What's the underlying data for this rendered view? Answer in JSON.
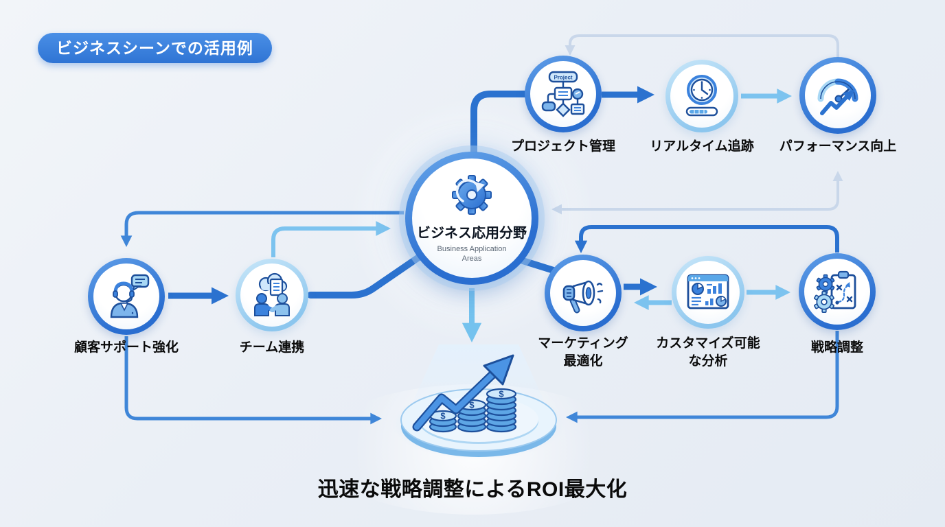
{
  "badge": {
    "label": "ビジネスシーンでの活用例"
  },
  "center": {
    "title": "ビジネス応用分野",
    "subtitle": "Business Application\nAreas"
  },
  "nodes": {
    "project": {
      "label": "プロジェクト管理",
      "icon": "flowchart-icon",
      "icon_text": "Project"
    },
    "realtime": {
      "label": "リアルタイム追跡",
      "icon": "clock-progress-icon"
    },
    "performance": {
      "label": "パフォーマンス向上",
      "icon": "gauge-growth-icon"
    },
    "support": {
      "label": "顧客サポート強化",
      "icon": "support-agent-icon"
    },
    "team": {
      "label": "チーム連携",
      "icon": "handshake-cloud-icon"
    },
    "marketing": {
      "label": "マーケティング\n最適化",
      "icon": "megaphone-icon"
    },
    "analytics": {
      "label": "カスタマイズ可能\nな分析",
      "icon": "dashboard-icon"
    },
    "strategy": {
      "label": "戦略調整",
      "icon": "strategy-board-icon"
    }
  },
  "outcome": {
    "caption": "迅速な戦略調整によるROI最大化",
    "coin_symbol": "$",
    "icon": "coins-growth-icon"
  },
  "edges": [
    {
      "from": "center",
      "to": "project",
      "style": "solid-dark"
    },
    {
      "from": "project",
      "to": "realtime",
      "style": "arrow-dark"
    },
    {
      "from": "realtime",
      "to": "performance",
      "style": "arrow-light"
    },
    {
      "from": "performance",
      "to": "project",
      "style": "arrow-pale-feedback"
    },
    {
      "from": "performance",
      "to": "center",
      "style": "arrow-pale-feedback"
    },
    {
      "from": "center",
      "to": "support",
      "style": "arrow-medium"
    },
    {
      "from": "support",
      "to": "team",
      "style": "arrow-dark"
    },
    {
      "from": "team",
      "to": "center",
      "style": "arrow-light"
    },
    {
      "from": "team",
      "to": "center",
      "style": "solid-dark"
    },
    {
      "from": "center",
      "to": "marketing",
      "style": "solid-dark"
    },
    {
      "from": "marketing",
      "to": "analytics",
      "style": "arrow-dark"
    },
    {
      "from": "analytics",
      "to": "marketing",
      "style": "arrow-light"
    },
    {
      "from": "analytics",
      "to": "strategy",
      "style": "arrow-light"
    },
    {
      "from": "strategy",
      "to": "marketing",
      "style": "arrow-dark-feedback"
    },
    {
      "from": "center",
      "to": "outcome",
      "style": "arrow-light"
    },
    {
      "from": "support",
      "to": "outcome",
      "style": "arrow-medium"
    },
    {
      "from": "strategy",
      "to": "outcome",
      "style": "arrow-medium"
    }
  ],
  "colors": {
    "primary_blue": "#2b72cf",
    "medium_blue": "#3f86d8",
    "light_blue": "#7cc3ef",
    "pale_blue": "#c9d7ea",
    "badge_blue": "#3a7fd9",
    "icon_outline": "#1d4f9b",
    "label_text": "#0a0a0a"
  }
}
